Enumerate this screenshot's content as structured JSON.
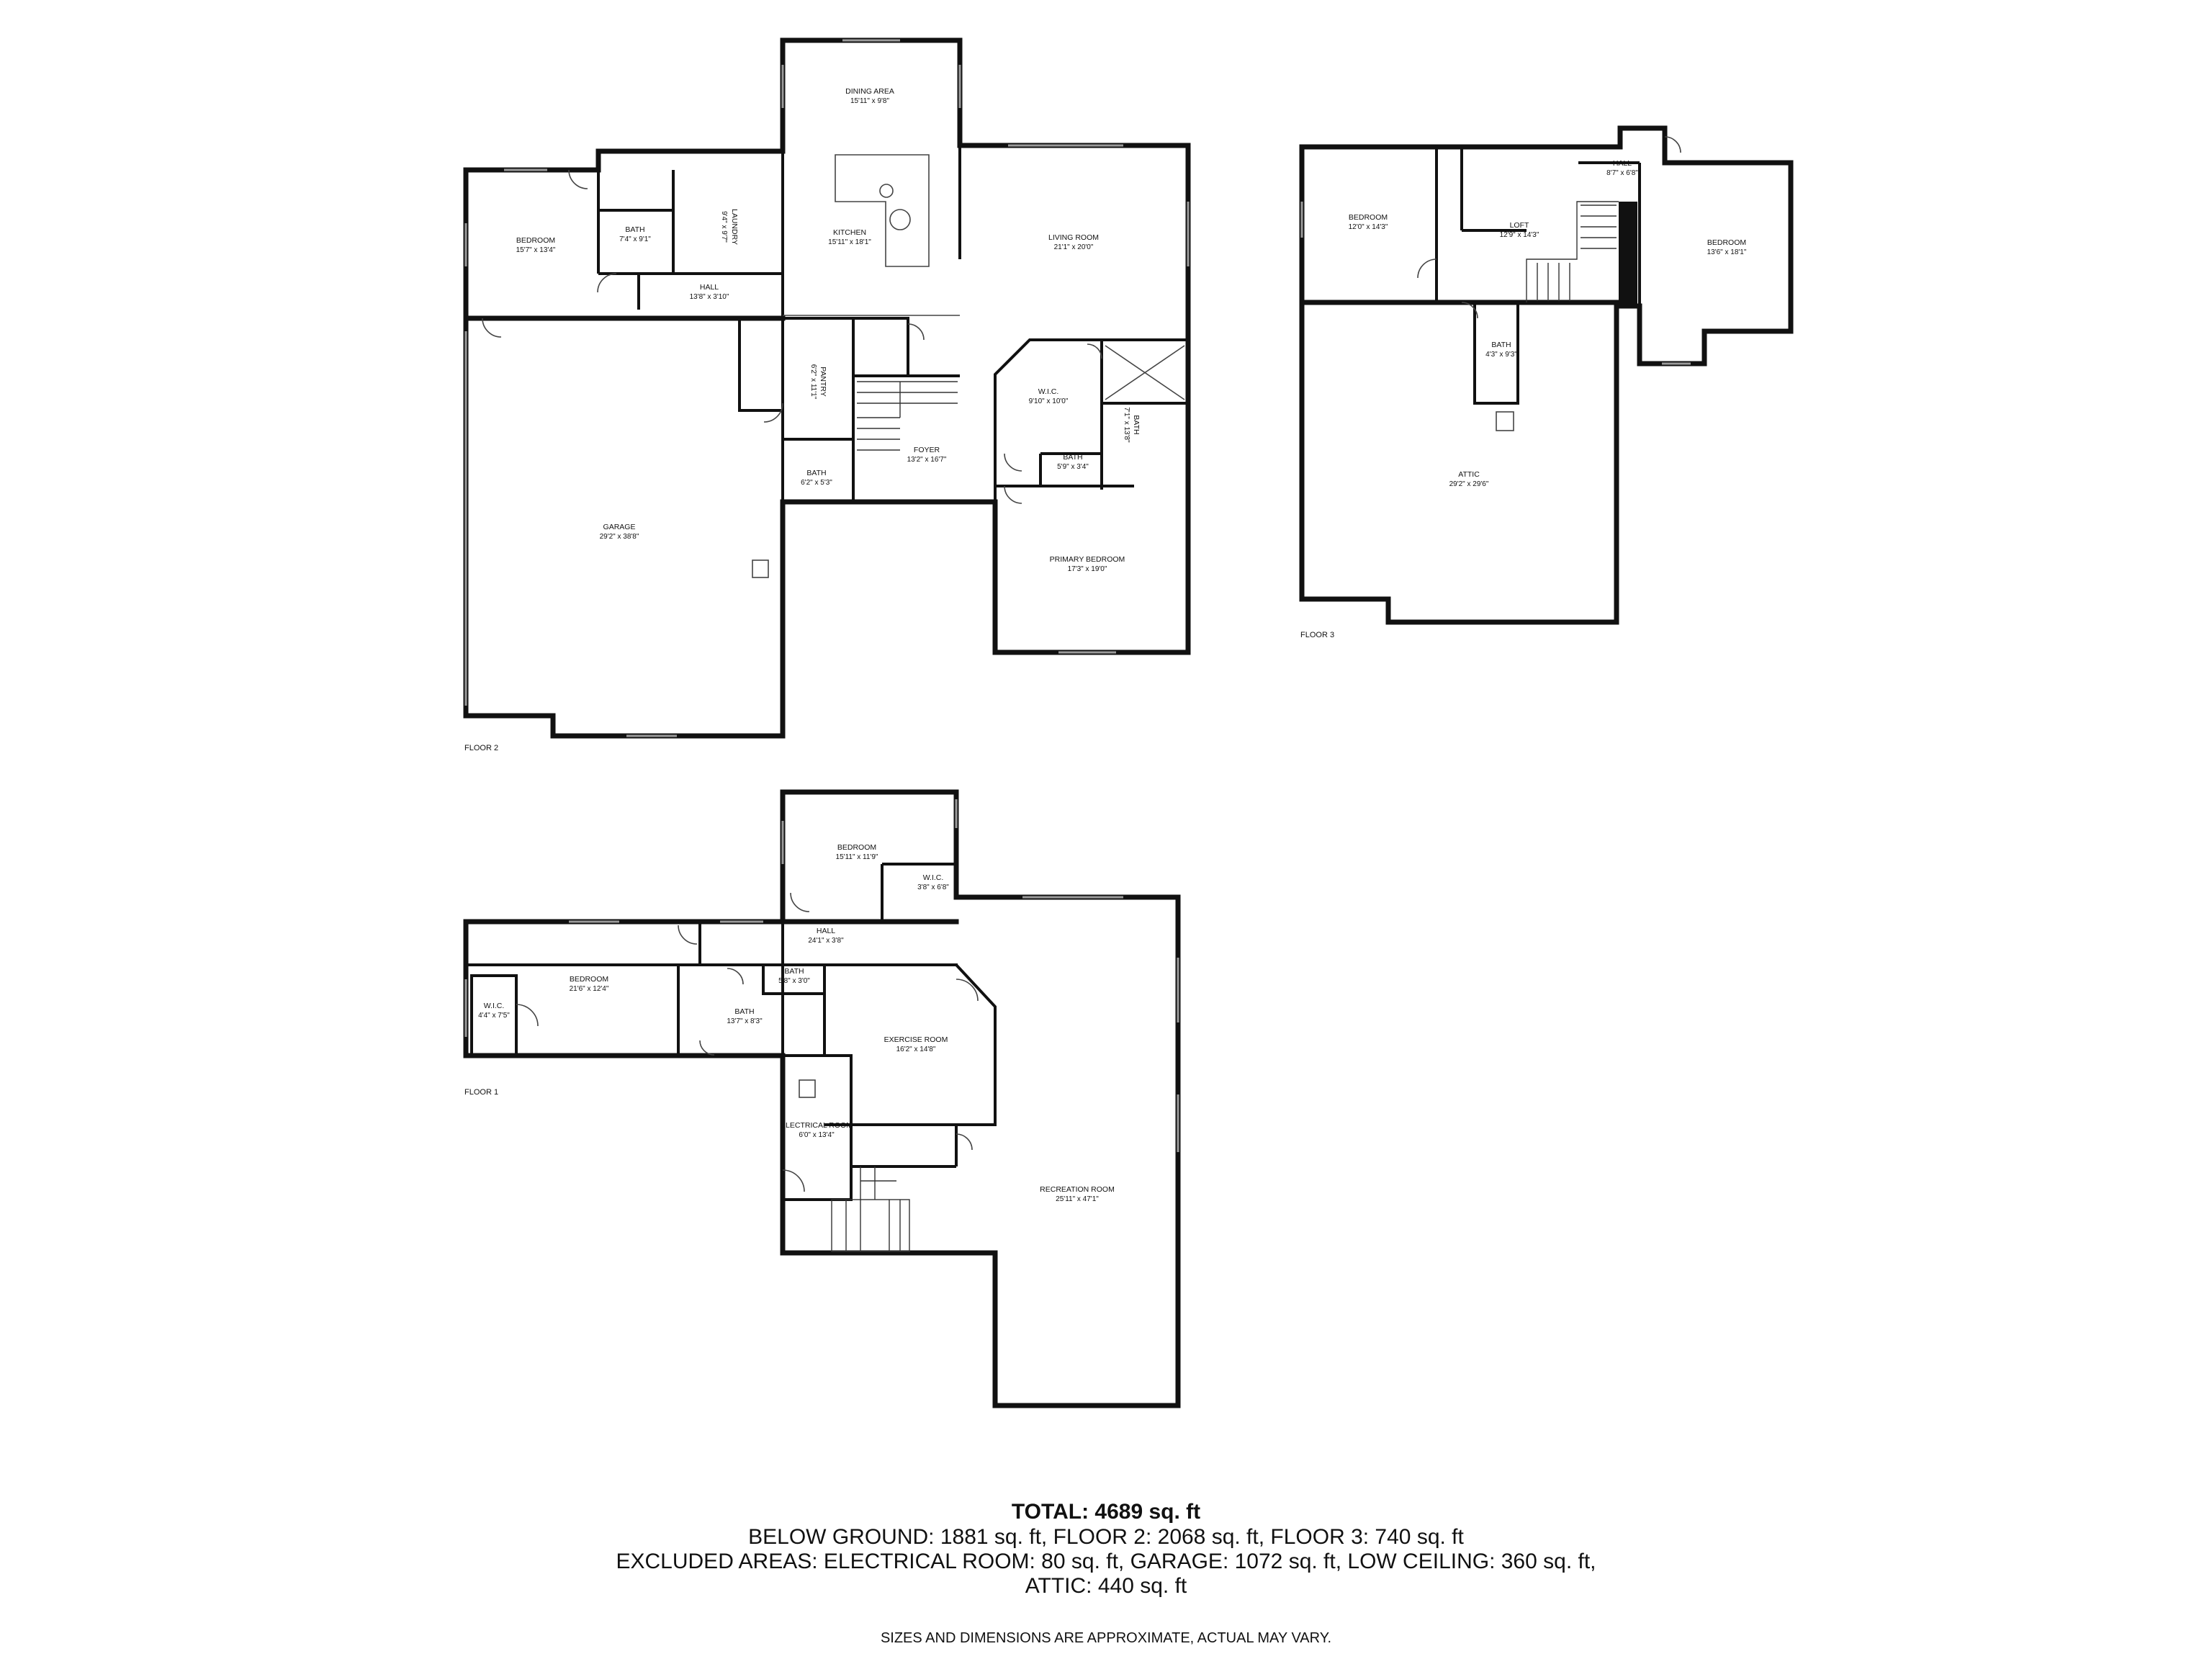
{
  "floors": {
    "floor2": {
      "label": "FLOOR 2",
      "rooms": {
        "bedroom": {
          "name": "BEDROOM",
          "dim": "15'7\" x 13'4\""
        },
        "bath_upper": {
          "name": "BATH",
          "dim": "7'4\" x 9'1\""
        },
        "laundry": {
          "name": "LAUNDRY",
          "dim": "9'4\" x 9'7\""
        },
        "dining": {
          "name": "DINING AREA",
          "dim": "15'11\" x 9'8\""
        },
        "kitchen": {
          "name": "KITCHEN",
          "dim": "15'11\" x 18'1\""
        },
        "living": {
          "name": "LIVING ROOM",
          "dim": "21'1\" x 20'0\""
        },
        "hall": {
          "name": "HALL",
          "dim": "13'8\" x 3'10\""
        },
        "pantry": {
          "name": "PANTRY",
          "dim": "6'2\" x 11'1\""
        },
        "foyer": {
          "name": "FOYER",
          "dim": "13'2\" x 16'7\""
        },
        "bath_half": {
          "name": "BATH",
          "dim": "6'2\" x 5'3\""
        },
        "wic": {
          "name": "W.I.C.",
          "dim": "9'10\" x 10'0\""
        },
        "bath_small": {
          "name": "BATH",
          "dim": "5'9\" x 3'4\""
        },
        "bath_primary": {
          "name": "BATH",
          "dim": "7'1\" x 13'8\""
        },
        "primary": {
          "name": "PRIMARY BEDROOM",
          "dim": "17'3\" x 19'0\""
        },
        "garage": {
          "name": "GARAGE",
          "dim": "29'2\" x 38'8\""
        }
      }
    },
    "floor3": {
      "label": "FLOOR 3",
      "rooms": {
        "bedroom_left": {
          "name": "BEDROOM",
          "dim": "12'0\" x 14'3\""
        },
        "loft": {
          "name": "LOFT",
          "dim": "12'9\" x 14'3\""
        },
        "hall": {
          "name": "HALL",
          "dim": "8'7\" x 6'8\""
        },
        "bedroom_right": {
          "name": "BEDROOM",
          "dim": "13'6\" x 18'1\""
        },
        "bath": {
          "name": "BATH",
          "dim": "4'3\" x 9'3\""
        },
        "attic": {
          "name": "ATTIC",
          "dim": "29'2\" x 29'6\""
        }
      }
    },
    "floor1": {
      "label": "FLOOR 1",
      "rooms": {
        "bedroom_top": {
          "name": "BEDROOM",
          "dim": "15'11\" x 11'9\""
        },
        "wic_top": {
          "name": "W.I.C.",
          "dim": "3'8\" x 6'8\""
        },
        "hall": {
          "name": "HALL",
          "dim": "24'1\" x 3'8\""
        },
        "bedroom_left": {
          "name": "BEDROOM",
          "dim": "21'6\" x 12'4\""
        },
        "wic_left": {
          "name": "W.I.C.",
          "dim": "4'4\" x 7'5\""
        },
        "bath_small": {
          "name": "BATH",
          "dim": "5'8\" x 3'0\""
        },
        "bath": {
          "name": "BATH",
          "dim": "13'7\" x 8'3\""
        },
        "exercise": {
          "name": "EXERCISE ROOM",
          "dim": "16'2\" x 14'8\""
        },
        "electrical": {
          "name": "ELECTRICAL ROOM",
          "dim": "6'0\" x 13'4\""
        },
        "recreation": {
          "name": "RECREATION ROOM",
          "dim": "25'11\" x 47'1\""
        }
      }
    }
  },
  "summary": {
    "total": "TOTAL: 4689 sq. ft",
    "line1": "BELOW GROUND: 1881 sq. ft, FLOOR 2: 2068 sq. ft, FLOOR 3: 740 sq. ft",
    "line2": "EXCLUDED AREAS: ELECTRICAL ROOM: 80 sq. ft, GARAGE: 1072 sq. ft, LOW CEILING: 360 sq. ft,",
    "line3": "ATTIC: 440 sq. ft",
    "disclaimer": "SIZES AND DIMENSIONS ARE APPROXIMATE, ACTUAL MAY VARY."
  },
  "colors": {
    "wall": "#111111",
    "window": "#9a9a9a",
    "stair_fill": "#111111"
  }
}
